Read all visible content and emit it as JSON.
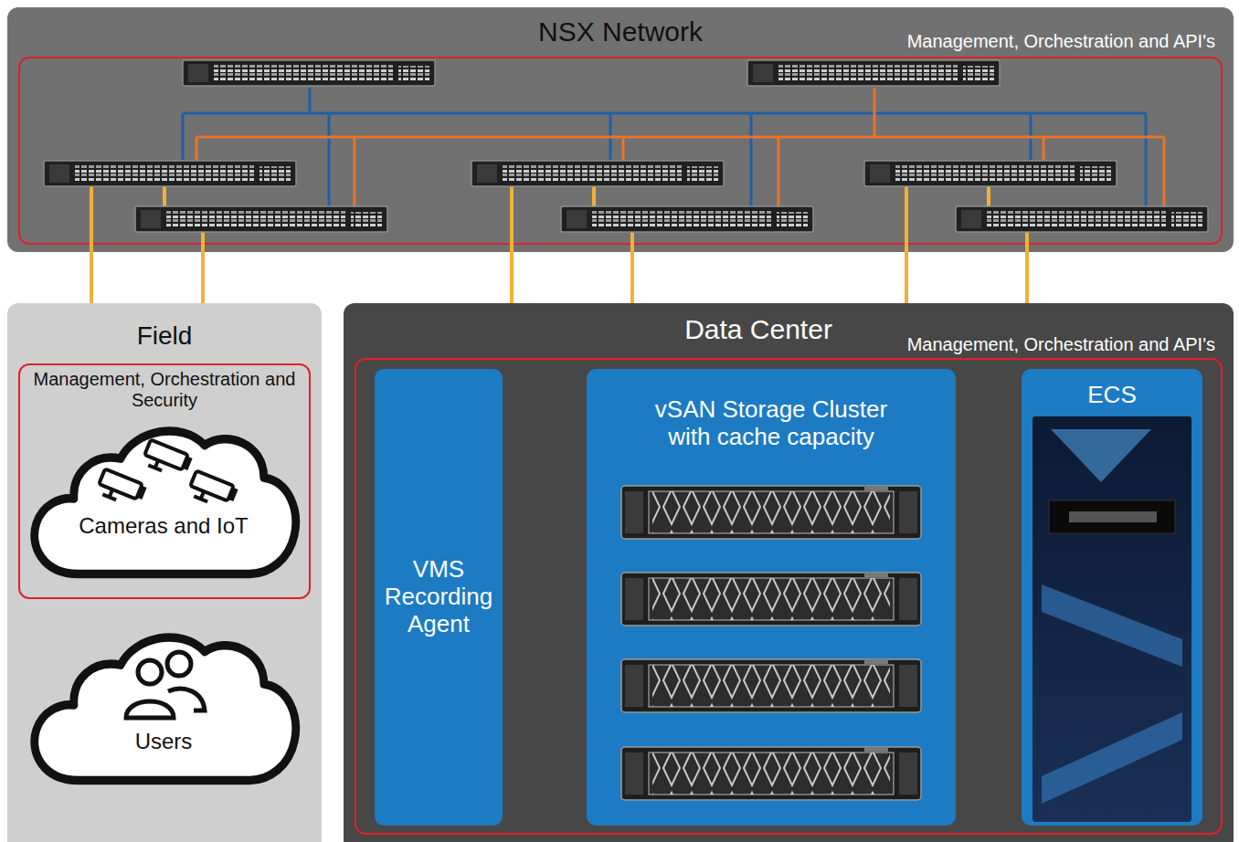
{
  "diagram": {
    "nodes": [
      {
        "text": [
          "NSX Network"
        ]
      },
      {
        "text": [
          "Management, Orchestration and API's"
        ],
        "in": 0
      },
      {
        "text": [
          "Field"
        ]
      },
      {
        "text": [
          "Management, Orchestration and Security"
        ],
        "in": 2
      },
      {
        "text": [
          "Cameras and IoT"
        ],
        "in": 3
      },
      {
        "text": [
          "Users"
        ],
        "in": 2
      },
      {
        "text": [
          "Data Center"
        ]
      },
      {
        "text": [
          "Management, Orchestration and API's"
        ],
        "in": 6
      },
      {
        "text": [
          "VMS Recording Agent"
        ],
        "in": 7
      },
      {
        "text": [
          "vSAN Storage Cluster with cache capacity"
        ],
        "in": 7
      },
      {
        "text": [
          "ECS"
        ],
        "in": 7
      }
    ],
    "edges": [
      {
        "from": 1,
        "to": 2,
        "arrow": "none"
      },
      {
        "from": 1,
        "to": 2,
        "arrow": "none"
      },
      {
        "from": 1,
        "to": 6,
        "arrow": "none"
      },
      {
        "from": 1,
        "to": 6,
        "arrow": "none"
      },
      {
        "from": 1,
        "to": 6,
        "arrow": "none"
      },
      {
        "from": 1,
        "to": 6,
        "arrow": "none"
      }
    ]
  }
}
